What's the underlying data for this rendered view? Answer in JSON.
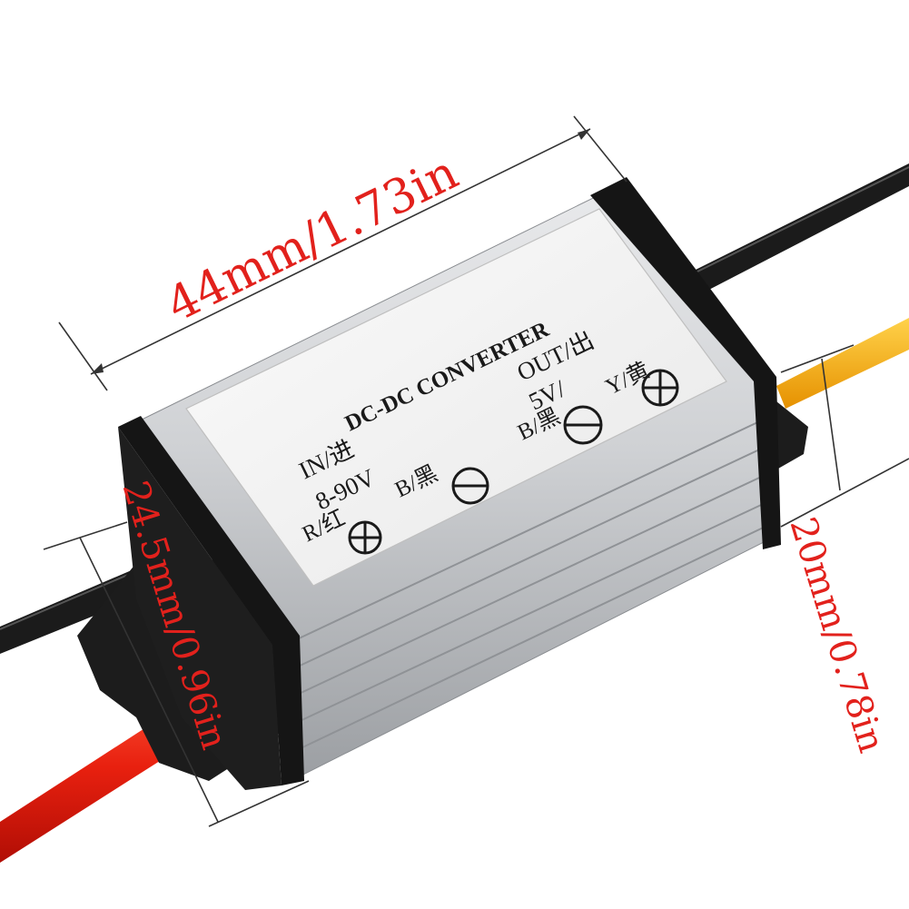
{
  "product": {
    "title": "DC-DC CONVERTER",
    "input": {
      "label": "IN/进",
      "voltage": "8-90V",
      "positive": "R/红",
      "negative": "B/黑"
    },
    "output": {
      "label": "OUT/出",
      "voltage": "5V/",
      "negative": "B/黑",
      "positive": "Y/黄"
    }
  },
  "dimensions": {
    "length": "44mm/1.73in",
    "width": "24.5mm/0.96in",
    "height": "20mm/0.78in"
  },
  "colors": {
    "dimension_text": "#e2211c",
    "wire_red": "#e8200f",
    "wire_black": "#1b1b1b",
    "wire_yellow": "#f5a800",
    "housing": "#c9cbce",
    "end_cap": "#151515"
  }
}
